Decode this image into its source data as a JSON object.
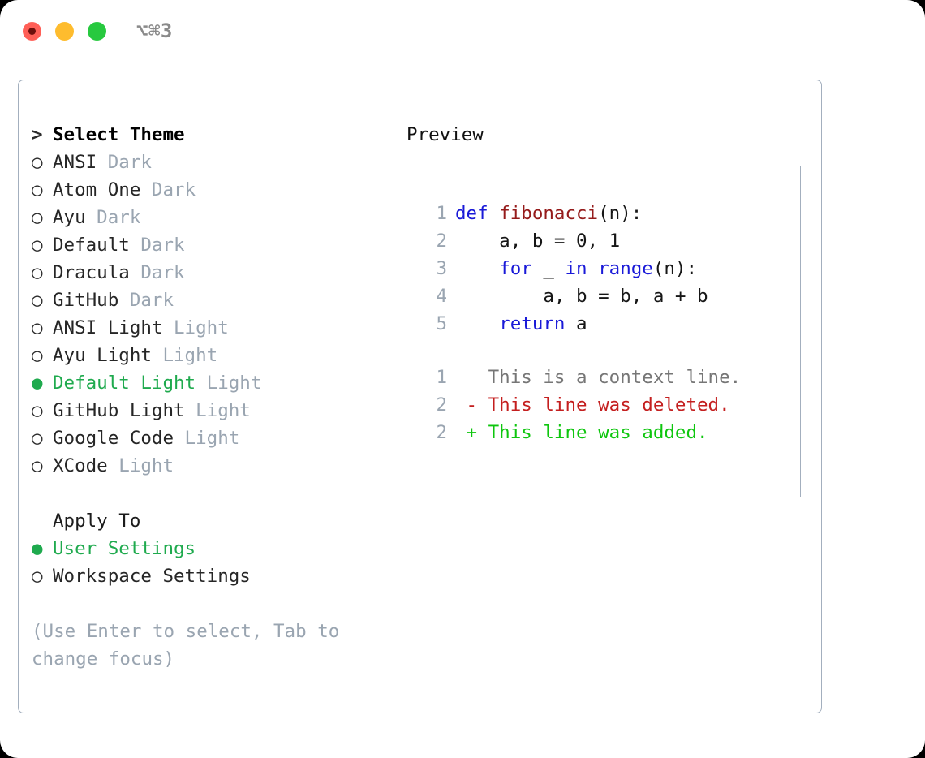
{
  "titlebar": {
    "shortcut": "⌥⌘3",
    "buttons": [
      {
        "name": "close",
        "color": "#ff5f57"
      },
      {
        "name": "minimize",
        "color": "#febc2e"
      },
      {
        "name": "maximize",
        "color": "#27c93f"
      }
    ]
  },
  "theme_picker": {
    "heading_marker": ">",
    "heading": "Select Theme",
    "unselected_marker": "○",
    "selected_marker": "●",
    "items": [
      {
        "name": "ANSI",
        "variant": "Dark",
        "selected": false
      },
      {
        "name": "Atom One",
        "variant": "Dark",
        "selected": false
      },
      {
        "name": "Ayu",
        "variant": "Dark",
        "selected": false
      },
      {
        "name": "Default",
        "variant": "Dark",
        "selected": false
      },
      {
        "name": "Dracula",
        "variant": "Dark",
        "selected": false
      },
      {
        "name": "GitHub",
        "variant": "Dark",
        "selected": false
      },
      {
        "name": "ANSI Light",
        "variant": "Light",
        "selected": false
      },
      {
        "name": "Ayu Light",
        "variant": "Light",
        "selected": false
      },
      {
        "name": "Default Light",
        "variant": "Light",
        "selected": true
      },
      {
        "name": "GitHub Light",
        "variant": "Light",
        "selected": false
      },
      {
        "name": "Google Code",
        "variant": "Light",
        "selected": false
      },
      {
        "name": "XCode",
        "variant": "Light",
        "selected": false
      }
    ]
  },
  "apply_to": {
    "heading": "Apply To",
    "items": [
      {
        "name": "User Settings",
        "selected": true
      },
      {
        "name": "Workspace Settings",
        "selected": false
      }
    ]
  },
  "hint": "(Use Enter to select, Tab to change focus)",
  "preview": {
    "title": "Preview",
    "code_lines": [
      {
        "lineno": "1",
        "tokens": [
          {
            "text": "def ",
            "style": "kw"
          },
          {
            "text": "fibonacci",
            "style": "fn"
          },
          {
            "text": "(n):",
            "style": "pl"
          }
        ]
      },
      {
        "lineno": "2",
        "tokens": [
          {
            "text": "    a, b = 0, 1",
            "style": "pl"
          }
        ]
      },
      {
        "lineno": "3",
        "tokens": [
          {
            "text": "    ",
            "style": "pl"
          },
          {
            "text": "for",
            "style": "kw"
          },
          {
            "text": " _ ",
            "style": "pl"
          },
          {
            "text": "in",
            "style": "kw"
          },
          {
            "text": " ",
            "style": "pl"
          },
          {
            "text": "range",
            "style": "kw"
          },
          {
            "text": "(n):",
            "style": "pl"
          }
        ]
      },
      {
        "lineno": "4",
        "tokens": [
          {
            "text": "        a, b = b, a + b",
            "style": "pl"
          }
        ]
      },
      {
        "lineno": "5",
        "tokens": [
          {
            "text": "    ",
            "style": "pl"
          },
          {
            "text": "return",
            "style": "kw"
          },
          {
            "text": " a",
            "style": "pl"
          }
        ]
      }
    ],
    "diff_lines": [
      {
        "lineno": "1",
        "text": "   This is a context line.",
        "style": "ctx"
      },
      {
        "lineno": "2",
        "text": " - This line was deleted.",
        "style": "del"
      },
      {
        "lineno": "2",
        "text": " + This line was added.",
        "style": "add"
      }
    ]
  },
  "colors": {
    "accent_green": "#1faa4e",
    "diff_add_green": "#0ec60e",
    "diff_del_red": "#c41f1f",
    "keyword_blue": "#1a1ad8",
    "function_red": "#951b1b",
    "muted_gray": "#9aa5b1",
    "border_gray": "#a3afbe"
  }
}
